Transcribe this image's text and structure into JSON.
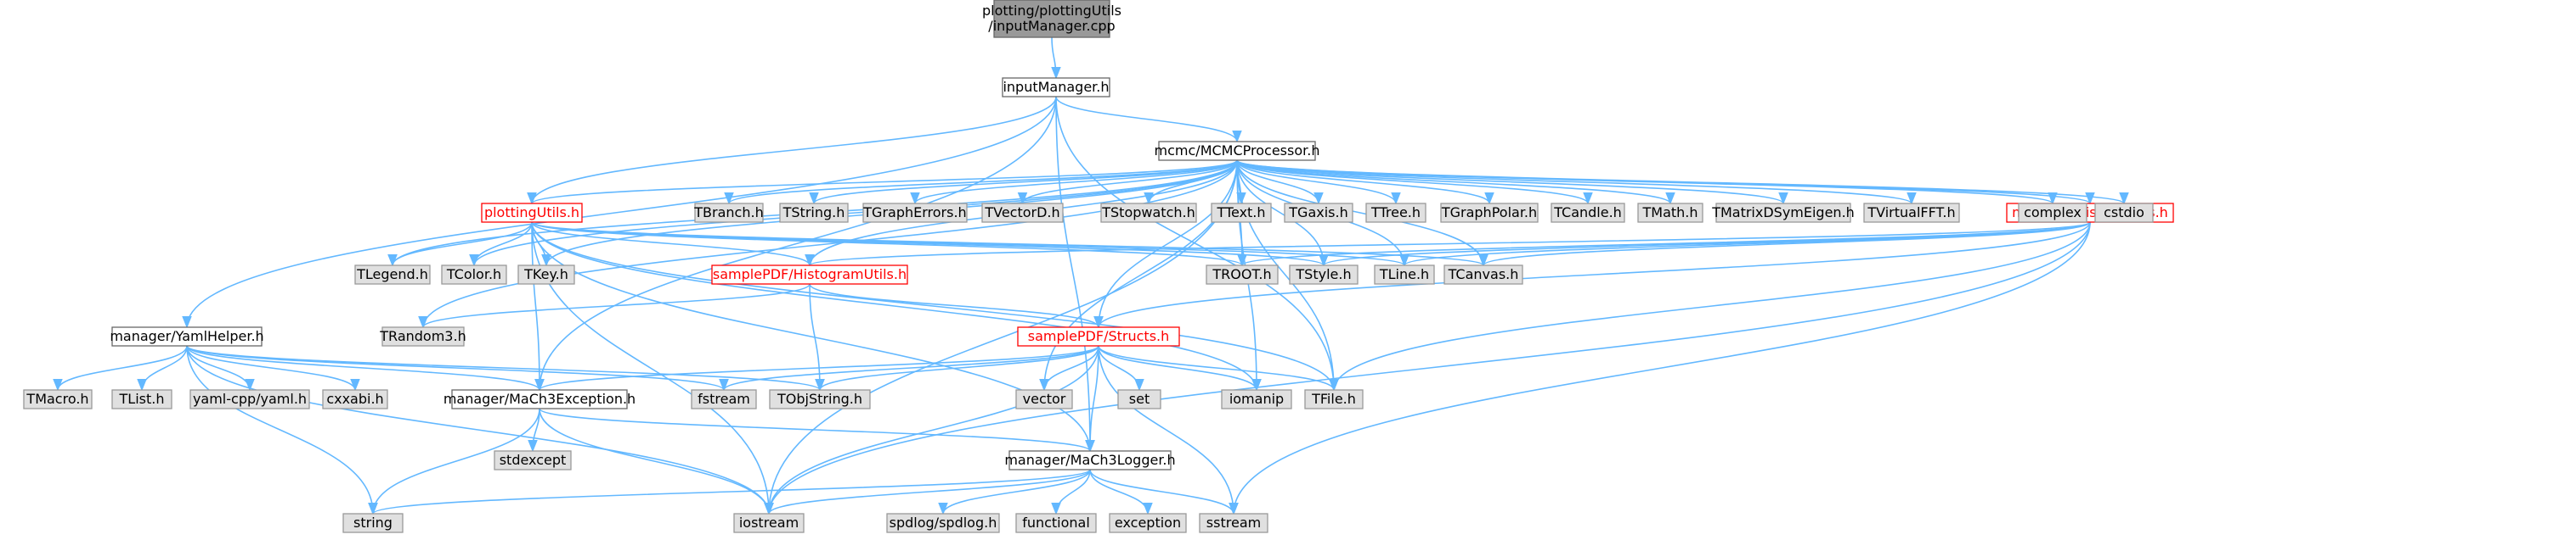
{
  "diagram": {
    "type": "include-dependency-graph",
    "nodes": [
      {
        "id": "root",
        "label": "plotting/plottingUtils\n/inputManager.cpp",
        "kind": "root"
      },
      {
        "id": "inputManager",
        "label": "inputManager.h",
        "kind": "plain"
      },
      {
        "id": "mcmcProc",
        "label": "mcmc/MCMCProcessor.h",
        "kind": "plain"
      },
      {
        "id": "yamlHelper",
        "label": "manager/YamlHelper.h",
        "kind": "plain"
      },
      {
        "id": "plottingUtils",
        "label": "plottingUtils.h",
        "kind": "red"
      },
      {
        "id": "statUtils",
        "label": "mcmc/StatisticalUtils.h",
        "kind": "red"
      },
      {
        "id": "histUtils",
        "label": "samplePDF/HistogramUtils.h",
        "kind": "red"
      },
      {
        "id": "structs",
        "label": "samplePDF/Structs.h",
        "kind": "red"
      },
      {
        "id": "mach3Exc",
        "label": "manager/MaCh3Exception.h",
        "kind": "plain"
      },
      {
        "id": "mach3Log",
        "label": "manager/MaCh3Logger.h",
        "kind": "plain"
      },
      {
        "id": "TBranch",
        "label": "TBranch.h",
        "kind": "ext"
      },
      {
        "id": "TString",
        "label": "TString.h",
        "kind": "ext"
      },
      {
        "id": "TGraphErrors",
        "label": "TGraphErrors.h",
        "kind": "ext"
      },
      {
        "id": "TVectorD",
        "label": "TVectorD.h",
        "kind": "ext"
      },
      {
        "id": "TStopwatch",
        "label": "TStopwatch.h",
        "kind": "ext"
      },
      {
        "id": "TText",
        "label": "TText.h",
        "kind": "ext"
      },
      {
        "id": "TGaxis",
        "label": "TGaxis.h",
        "kind": "ext"
      },
      {
        "id": "TTree",
        "label": "TTree.h",
        "kind": "ext"
      },
      {
        "id": "TGraphPolar",
        "label": "TGraphPolar.h",
        "kind": "ext"
      },
      {
        "id": "TCandle",
        "label": "TCandle.h",
        "kind": "ext"
      },
      {
        "id": "TMath",
        "label": "TMath.h",
        "kind": "ext"
      },
      {
        "id": "TMatrixDSymEigen",
        "label": "TMatrixDSymEigen.h",
        "kind": "ext"
      },
      {
        "id": "TVirtualFFT",
        "label": "TVirtualFFT.h",
        "kind": "ext"
      },
      {
        "id": "complex",
        "label": "complex",
        "kind": "ext"
      },
      {
        "id": "cstdio",
        "label": "cstdio",
        "kind": "ext"
      },
      {
        "id": "TLegend",
        "label": "TLegend.h",
        "kind": "ext"
      },
      {
        "id": "TColor",
        "label": "TColor.h",
        "kind": "ext"
      },
      {
        "id": "TKey",
        "label": "TKey.h",
        "kind": "ext"
      },
      {
        "id": "TROOT",
        "label": "TROOT.h",
        "kind": "ext"
      },
      {
        "id": "TStyle",
        "label": "TStyle.h",
        "kind": "ext"
      },
      {
        "id": "TLine",
        "label": "TLine.h",
        "kind": "ext"
      },
      {
        "id": "TCanvas",
        "label": "TCanvas.h",
        "kind": "ext"
      },
      {
        "id": "TRandom3",
        "label": "TRandom3.h",
        "kind": "ext"
      },
      {
        "id": "TMacro",
        "label": "TMacro.h",
        "kind": "ext"
      },
      {
        "id": "TList",
        "label": "TList.h",
        "kind": "ext"
      },
      {
        "id": "yamlcpp",
        "label": "yaml-cpp/yaml.h",
        "kind": "ext"
      },
      {
        "id": "cxxabi",
        "label": "cxxabi.h",
        "kind": "ext"
      },
      {
        "id": "fstream",
        "label": "fstream",
        "kind": "ext"
      },
      {
        "id": "TObjString",
        "label": "TObjString.h",
        "kind": "ext"
      },
      {
        "id": "vector",
        "label": "vector",
        "kind": "ext"
      },
      {
        "id": "set",
        "label": "set",
        "kind": "ext"
      },
      {
        "id": "iomanip",
        "label": "iomanip",
        "kind": "ext"
      },
      {
        "id": "TFile",
        "label": "TFile.h",
        "kind": "ext"
      },
      {
        "id": "stdexcept",
        "label": "stdexcept",
        "kind": "ext"
      },
      {
        "id": "string",
        "label": "string",
        "kind": "ext"
      },
      {
        "id": "iostream",
        "label": "iostream",
        "kind": "ext"
      },
      {
        "id": "spdlog",
        "label": "spdlog/spdlog.h",
        "kind": "ext"
      },
      {
        "id": "functional",
        "label": "functional",
        "kind": "ext"
      },
      {
        "id": "exception",
        "label": "exception",
        "kind": "ext"
      },
      {
        "id": "sstream",
        "label": "sstream",
        "kind": "ext"
      }
    ],
    "edges": [
      [
        "root",
        "inputManager"
      ],
      [
        "inputManager",
        "mcmcProc"
      ],
      [
        "inputManager",
        "yamlHelper"
      ],
      [
        "inputManager",
        "plottingUtils"
      ],
      [
        "inputManager",
        "mach3Exc"
      ],
      [
        "inputManager",
        "TFile"
      ],
      [
        "inputManager",
        "mach3Log"
      ],
      [
        "mcmcProc",
        "TBranch"
      ],
      [
        "mcmcProc",
        "TString"
      ],
      [
        "mcmcProc",
        "TGraphErrors"
      ],
      [
        "mcmcProc",
        "TVectorD"
      ],
      [
        "mcmcProc",
        "TStopwatch"
      ],
      [
        "mcmcProc",
        "TText"
      ],
      [
        "mcmcProc",
        "TGaxis"
      ],
      [
        "mcmcProc",
        "TTree"
      ],
      [
        "mcmcProc",
        "TGraphPolar"
      ],
      [
        "mcmcProc",
        "TCandle"
      ],
      [
        "mcmcProc",
        "TMath"
      ],
      [
        "mcmcProc",
        "TMatrixDSymEigen"
      ],
      [
        "mcmcProc",
        "TVirtualFFT"
      ],
      [
        "mcmcProc",
        "complex"
      ],
      [
        "mcmcProc",
        "cstdio"
      ],
      [
        "mcmcProc",
        "statUtils"
      ],
      [
        "mcmcProc",
        "plottingUtils"
      ],
      [
        "mcmcProc",
        "TLegend"
      ],
      [
        "mcmcProc",
        "TColor"
      ],
      [
        "mcmcProc",
        "TKey"
      ],
      [
        "mcmcProc",
        "TROOT"
      ],
      [
        "mcmcProc",
        "TStyle"
      ],
      [
        "mcmcProc",
        "TLine"
      ],
      [
        "mcmcProc",
        "TCanvas"
      ],
      [
        "mcmcProc",
        "TRandom3"
      ],
      [
        "mcmcProc",
        "histUtils"
      ],
      [
        "mcmcProc",
        "structs"
      ],
      [
        "mcmcProc",
        "TFile"
      ],
      [
        "mcmcProc",
        "iostream"
      ],
      [
        "mcmcProc",
        "vector"
      ],
      [
        "mcmcProc",
        "iomanip"
      ],
      [
        "plottingUtils",
        "TLegend"
      ],
      [
        "plottingUtils",
        "TColor"
      ],
      [
        "plottingUtils",
        "TKey"
      ],
      [
        "plottingUtils",
        "TROOT"
      ],
      [
        "plottingUtils",
        "TStyle"
      ],
      [
        "plottingUtils",
        "TLine"
      ],
      [
        "plottingUtils",
        "TCanvas"
      ],
      [
        "plottingUtils",
        "histUtils"
      ],
      [
        "plottingUtils",
        "mach3Exc"
      ],
      [
        "plottingUtils",
        "mach3Log"
      ],
      [
        "plottingUtils",
        "iostream"
      ],
      [
        "plottingUtils",
        "iomanip"
      ],
      [
        "plottingUtils",
        "TFile"
      ],
      [
        "statUtils",
        "TROOT"
      ],
      [
        "statUtils",
        "TStyle"
      ],
      [
        "statUtils",
        "TLine"
      ],
      [
        "statUtils",
        "TCanvas"
      ],
      [
        "statUtils",
        "structs"
      ],
      [
        "statUtils",
        "histUtils"
      ],
      [
        "statUtils",
        "iostream"
      ],
      [
        "statUtils",
        "sstream"
      ],
      [
        "statUtils",
        "TFile"
      ],
      [
        "histUtils",
        "TRandom3"
      ],
      [
        "histUtils",
        "structs"
      ],
      [
        "histUtils",
        "TObjString"
      ],
      [
        "structs",
        "mach3Exc"
      ],
      [
        "structs",
        "fstream"
      ],
      [
        "structs",
        "TObjString"
      ],
      [
        "structs",
        "vector"
      ],
      [
        "structs",
        "set"
      ],
      [
        "structs",
        "iomanip"
      ],
      [
        "structs",
        "TFile"
      ],
      [
        "structs",
        "mach3Log"
      ],
      [
        "structs",
        "iostream"
      ],
      [
        "structs",
        "sstream"
      ],
      [
        "yamlHelper",
        "TMacro"
      ],
      [
        "yamlHelper",
        "TList"
      ],
      [
        "yamlHelper",
        "yamlcpp"
      ],
      [
        "yamlHelper",
        "cxxabi"
      ],
      [
        "yamlHelper",
        "mach3Exc"
      ],
      [
        "yamlHelper",
        "fstream"
      ],
      [
        "yamlHelper",
        "TObjString"
      ],
      [
        "yamlHelper",
        "string"
      ],
      [
        "yamlHelper",
        "iostream"
      ],
      [
        "mach3Exc",
        "stdexcept"
      ],
      [
        "mach3Exc",
        "string"
      ],
      [
        "mach3Exc",
        "iostream"
      ],
      [
        "mach3Exc",
        "mach3Log"
      ],
      [
        "mach3Log",
        "string"
      ],
      [
        "mach3Log",
        "iostream"
      ],
      [
        "mach3Log",
        "spdlog"
      ],
      [
        "mach3Log",
        "functional"
      ],
      [
        "mach3Log",
        "exception"
      ],
      [
        "mach3Log",
        "sstream"
      ]
    ]
  }
}
